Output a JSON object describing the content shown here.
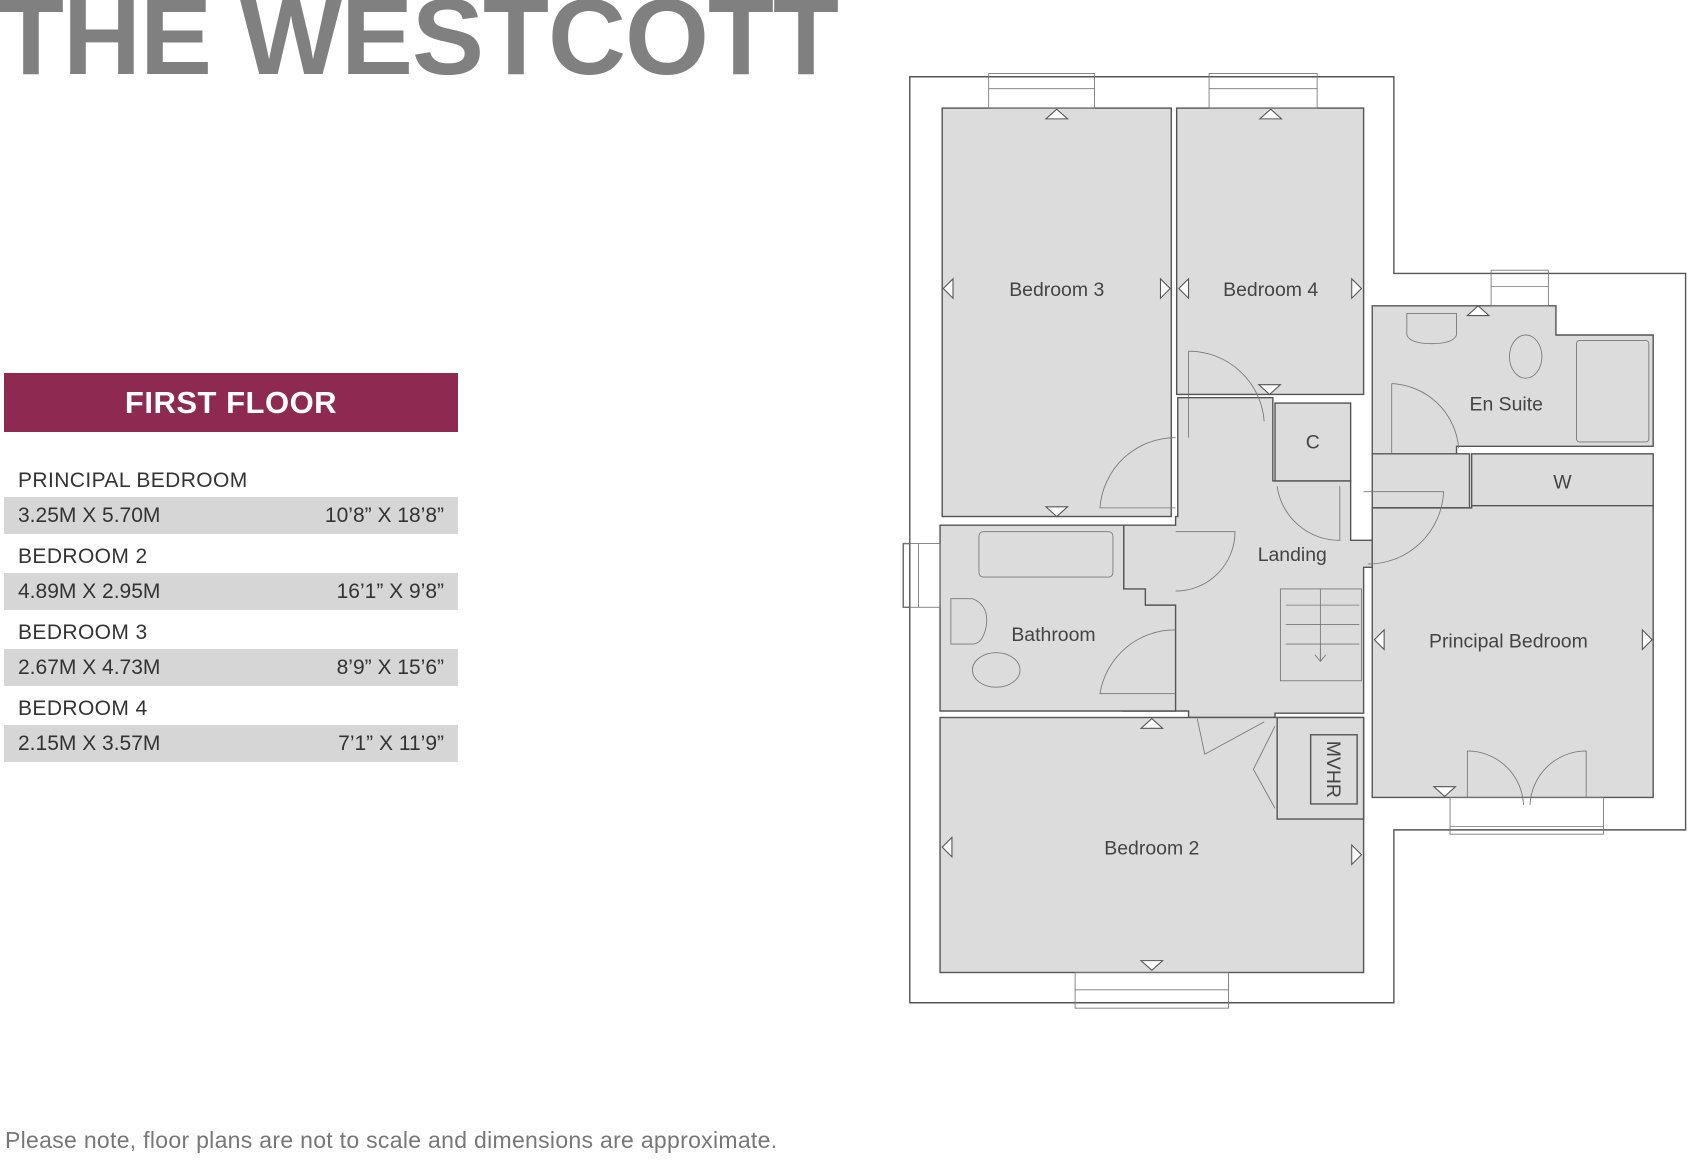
{
  "title": "THE WESTCOTT",
  "floor_banner": "FIRST FLOOR",
  "rooms": [
    {
      "name": "PRINCIPAL BEDROOM",
      "metric": "3.25M X 5.70M",
      "imperial": "10’8” X 18’8”"
    },
    {
      "name": "BEDROOM 2",
      "metric": "4.89M X 2.95M",
      "imperial": "16’1” X 9’8”"
    },
    {
      "name": "BEDROOM 3",
      "metric": "2.67M X 4.73M",
      "imperial": "8’9” X 15’6”"
    },
    {
      "name": "BEDROOM 4",
      "metric": "2.15M X 3.57M",
      "imperial": "7’1” X 11’9”"
    }
  ],
  "plan_labels": {
    "bedroom3": "Bedroom 3",
    "bedroom4": "Bedroom 4",
    "en_suite": "En Suite",
    "cupboard": "C",
    "wardrobe": "W",
    "landing": "Landing",
    "bathroom": "Bathroom",
    "principal": "Principal Bedroom",
    "mvhr": "MVHR",
    "bedroom2": "Bedroom 2"
  },
  "footnote": "Please note, floor plans are not to scale and dimensions are approximate.",
  "colors": {
    "banner": "#8e2a52",
    "title": "#808080",
    "room_fill": "#dcdcdc",
    "dims_bar": "#d6d6d6"
  }
}
